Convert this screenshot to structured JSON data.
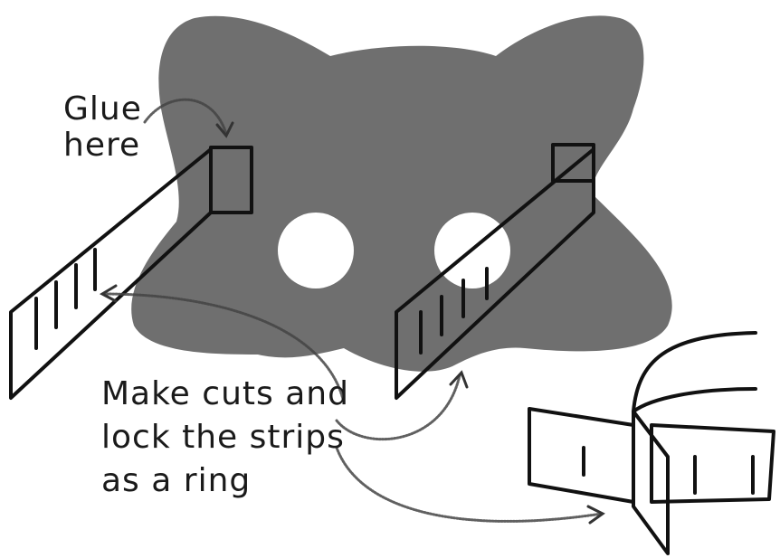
{
  "labels": {
    "glue": [
      "Glue",
      "here"
    ],
    "cuts": [
      "Make cuts and",
      "lock the strips",
      "as a ring"
    ]
  },
  "colors": {
    "mask": "#6f6f6f",
    "strip_gray": "#a9a9a9",
    "ink": "#111111",
    "paper": "#ffffff"
  },
  "icons": {
    "arrow_head": "arrow-icon"
  }
}
